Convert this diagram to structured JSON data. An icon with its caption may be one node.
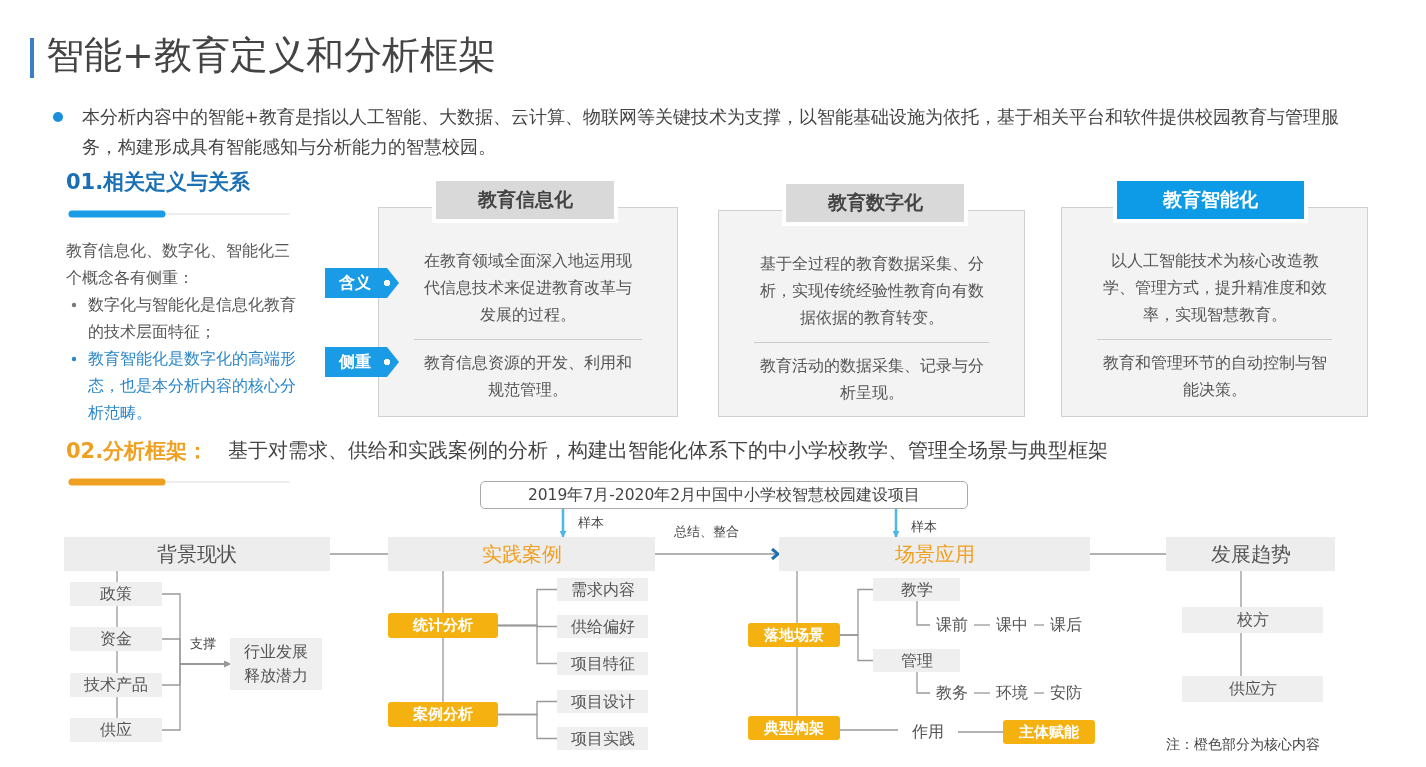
{
  "diagram": {
    "title": "智能+教育定义和分析框架",
    "nodes": [
      {
        "text": [
          "教育信息化",
          "在教育领域全面深入地运用现代信息技术来促进教育改革与发展的过程。",
          "教育信息资源的开发、利用和规范管理。"
        ]
      },
      {
        "text": [
          "教育数字化",
          "基于全过程的教育数据采集、分析，实现传统经验性教育向有数据依据的教育转变。",
          "教育活动的数据采集、记录与分析呈现。"
        ]
      },
      {
        "text": [
          "教育智能化",
          "以人工智能技术为核心改造教学、管理方式，提升精准度和效率，实现智慧教育。",
          "教育和管理环节的自动控制与智能决策。"
        ]
      },
      {
        "text": [
          "含义"
        ]
      },
      {
        "text": [
          "侧重"
        ]
      },
      {
        "text": [
          "2019年7月-2020年2月中国中小学校智慧校园建设项目"
        ]
      },
      {
        "text": [
          "背景现状"
        ]
      },
      {
        "text": [
          "实践案例"
        ]
      },
      {
        "text": [
          "场景应用"
        ]
      },
      {
        "text": [
          "发展趋势"
        ]
      },
      {
        "text": [
          "政策"
        ]
      },
      {
        "text": [
          "资金"
        ]
      },
      {
        "text": [
          "技术产品"
        ]
      },
      {
        "text": [
          "供应"
        ]
      },
      {
        "text": [
          "行业发展释放潜力"
        ]
      },
      {
        "text": [
          "统计分析"
        ]
      },
      {
        "text": [
          "案例分析"
        ]
      },
      {
        "text": [
          "需求内容"
        ]
      },
      {
        "text": [
          "供给偏好"
        ]
      },
      {
        "text": [
          "项目特征"
        ]
      },
      {
        "text": [
          "项目设计"
        ]
      },
      {
        "text": [
          "项目实践"
        ]
      },
      {
        "text": [
          "落地场景"
        ]
      },
      {
        "text": [
          "典型构架"
        ]
      },
      {
        "text": [
          "教学"
        ]
      },
      {
        "text": [
          "管理"
        ]
      },
      {
        "text": [
          "课前"
        ]
      },
      {
        "text": [
          "课中"
        ]
      },
      {
        "text": [
          "课后"
        ]
      },
      {
        "text": [
          "教务"
        ]
      },
      {
        "text": [
          "环境"
        ]
      },
      {
        "text": [
          "安防"
        ]
      },
      {
        "text": [
          "作用"
        ]
      },
      {
        "text": [
          "主体赋能"
        ]
      },
      {
        "text": [
          "校方"
        ]
      },
      {
        "text": [
          "供应方"
        ]
      }
    ],
    "edges": [
      {
        "from": 5,
        "to": 7,
        "arrow": "to",
        "label": "样本",
        "color": "#4db6e8"
      },
      {
        "from": 5,
        "to": 8,
        "arrow": "to",
        "label": "样本",
        "color": "#4db6e8"
      },
      {
        "from": 6,
        "to": 7,
        "arrow": "none"
      },
      {
        "from": 7,
        "to": 8,
        "arrow": "to",
        "label": "总结、整合"
      },
      {
        "from": 8,
        "to": 9,
        "arrow": "none"
      },
      {
        "from": 6,
        "to": 10,
        "arrow": "none"
      },
      {
        "from": 10,
        "to": 11,
        "arrow": "none"
      },
      {
        "from": 11,
        "to": 12,
        "arrow": "none"
      },
      {
        "from": 12,
        "to": 13,
        "arrow": "none"
      },
      {
        "from": 10,
        "to": 14,
        "arrow": "to",
        "label": "支撑"
      },
      {
        "from": 11,
        "to": 14,
        "arrow": "to"
      },
      {
        "from": 12,
        "to": 14,
        "arrow": "to"
      },
      {
        "from": 13,
        "to": 14,
        "arrow": "to"
      },
      {
        "from": 7,
        "to": 15,
        "arrow": "none"
      },
      {
        "from": 15,
        "to": 16,
        "arrow": "none"
      },
      {
        "from": 15,
        "to": 17,
        "arrow": "none"
      },
      {
        "from": 15,
        "to": 18,
        "arrow": "none"
      },
      {
        "from": 15,
        "to": 19,
        "arrow": "none"
      },
      {
        "from": 16,
        "to": 20,
        "arrow": "none"
      },
      {
        "from": 16,
        "to": 21,
        "arrow": "none"
      },
      {
        "from": 8,
        "to": 22,
        "arrow": "none"
      },
      {
        "from": 22,
        "to": 23,
        "arrow": "none"
      },
      {
        "from": 22,
        "to": 24,
        "arrow": "none"
      },
      {
        "from": 22,
        "to": 25,
        "arrow": "none"
      },
      {
        "from": 24,
        "to": 26,
        "arrow": "none"
      },
      {
        "from": 26,
        "to": 27,
        "arrow": "none"
      },
      {
        "from": 27,
        "to": 28,
        "arrow": "none"
      },
      {
        "from": 25,
        "to": 29,
        "arrow": "none"
      },
      {
        "from": 29,
        "to": 30,
        "arrow": "none"
      },
      {
        "from": 30,
        "to": 31,
        "arrow": "none"
      },
      {
        "from": 23,
        "to": 32,
        "arrow": "none"
      },
      {
        "from": 32,
        "to": 33,
        "arrow": "none"
      },
      {
        "from": 9,
        "to": 34,
        "arrow": "none"
      },
      {
        "from": 34,
        "to": 35,
        "arrow": "none"
      }
    ],
    "labels": [
      "本分析内容中的智能+教育是指以人工智能、大数据、云计算、物联网等关键技术为支撑，以智能基础设施为依托，基于相关平台和软件提供校园教育与管理服务，构建形成具有智能感知与分析能力的智慧校园。",
      "01.相关定义与关系",
      "教育信息化、数字化、智能化三个概念各有侧重：",
      "数字化与智能化是信息化教育的技术层面特征；",
      "教育智能化是数字化的高端形态，也是本分析内容的核心分析范畴。",
      "02.分析框架：",
      "基于对需求、供给和实践案例的分析，构建出智能化体系下的中小学校教学、管理全场景与典型框架",
      "注：橙色部分为核心内容"
    ]
  }
}
